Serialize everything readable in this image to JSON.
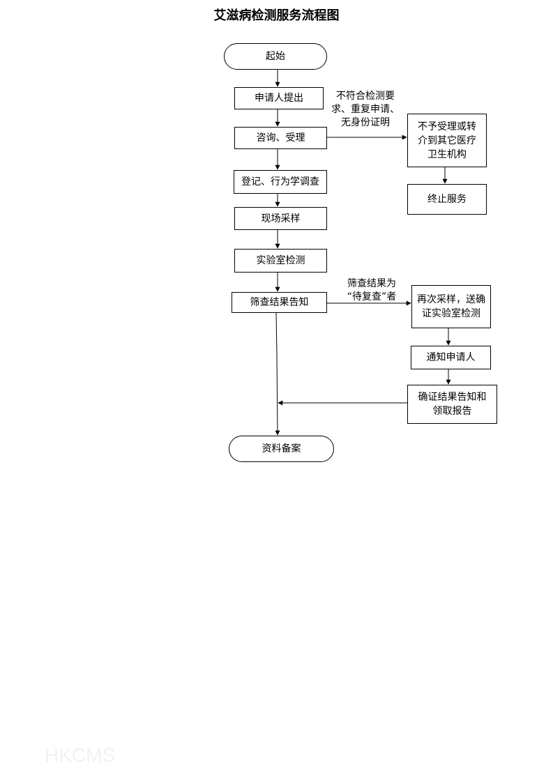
{
  "title": "艾滋病检测服务流程图",
  "nodes": {
    "start": "起始",
    "apply": "申请人提出",
    "consult": "咨询、受理",
    "register": "登记、行为学调查",
    "sampling": "现场采样",
    "lab_test": "实验室检测",
    "screen_notify": "筛查结果告知",
    "reject": "不予受理或转\n介到其它医疗\n卫生机构",
    "terminate": "终止服务",
    "resample": "再次采样，送确\n证实验室检测",
    "notify_applicant": "通知申请人",
    "confirm_notify": "确证结果告知和\n领取报告",
    "archive": "资料备案"
  },
  "edge_labels": {
    "reject_condition": "不符合检测要\n求、重复申请、\n无身份证明",
    "recheck_condition": "筛查结果为\n“待复查”者"
  },
  "watermark": "HKCMS"
}
